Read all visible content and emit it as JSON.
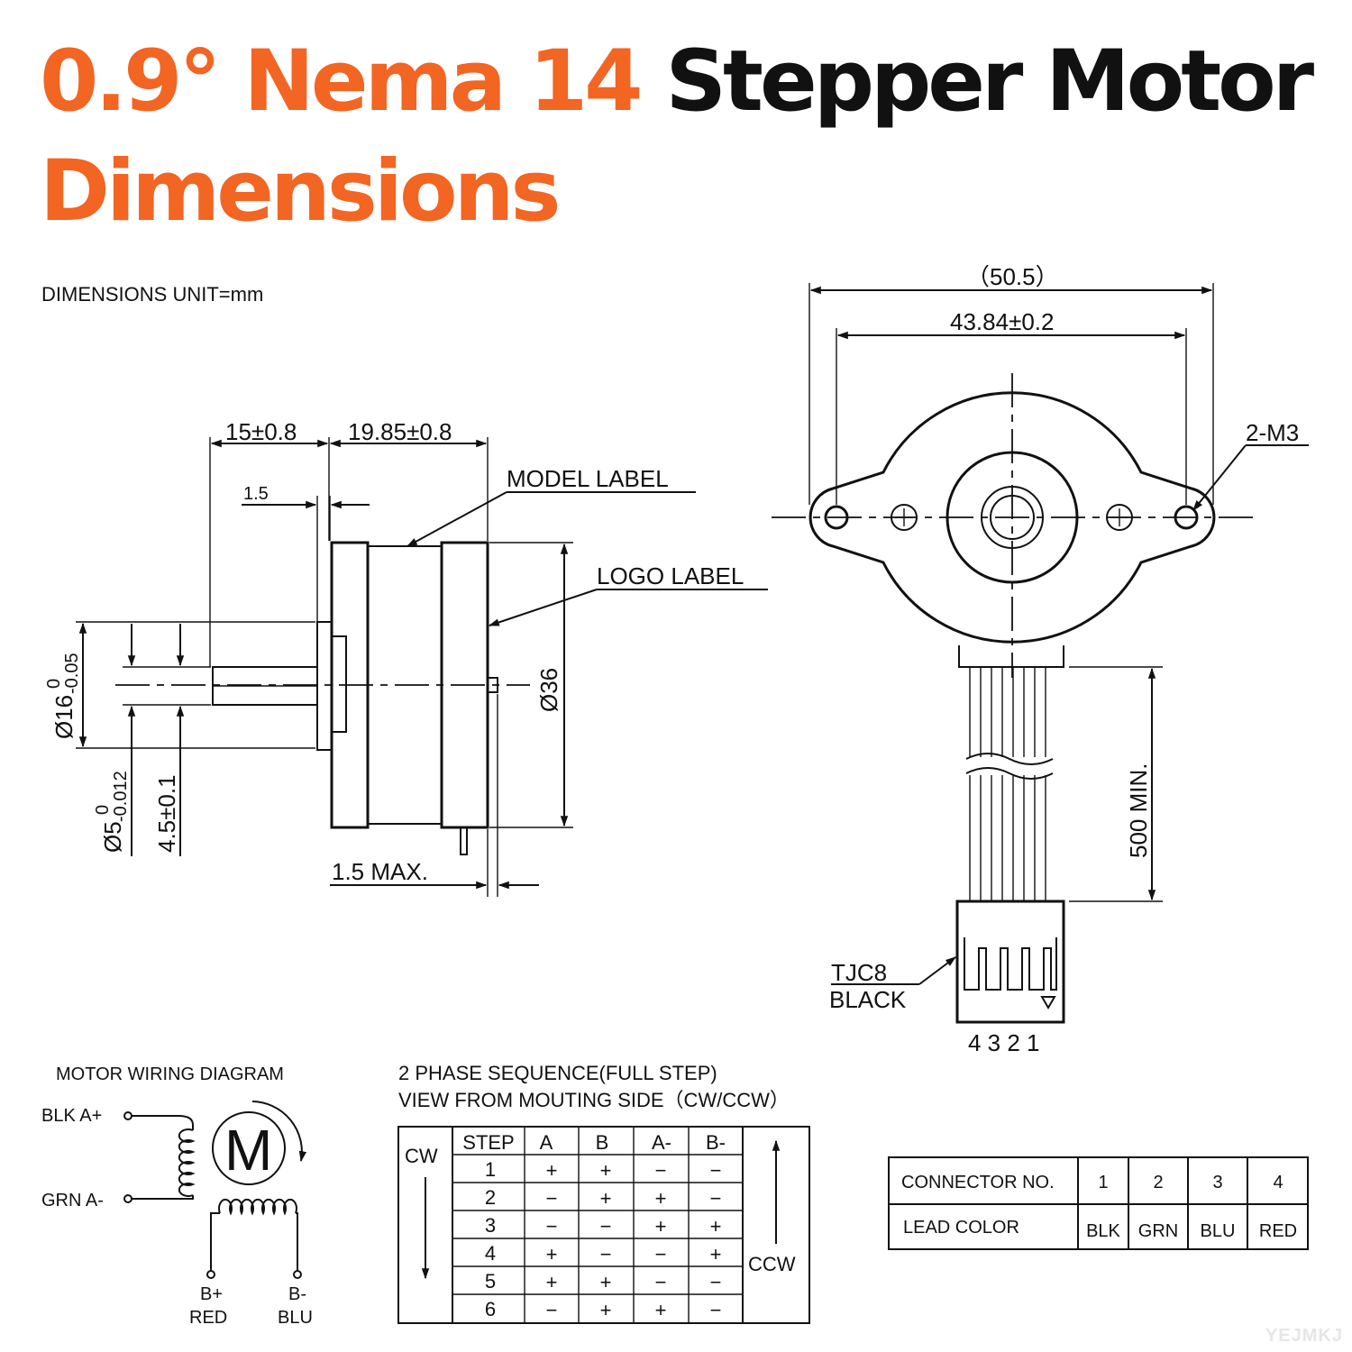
{
  "title": {
    "line1_orange": "0.9° Nema 14",
    "line1_black": "Stepper Motor",
    "line2_orange": "Dimensions"
  },
  "units_note": "DIMENSIONS UNIT=mm",
  "side_view": {
    "dim_shaft_length": "15±0.8",
    "dim_body_length": "19.85±0.8",
    "dim_flange": "1.5",
    "label_model": "MODEL LABEL",
    "label_logo": "LOGO LABEL",
    "dim_boss_dia": "Ø16",
    "dim_boss_tol_upper": "0",
    "dim_boss_tol_lower": "-0.05",
    "dim_body_dia": "Ø36",
    "dim_shaft_dia": "Ø5",
    "dim_shaft_tol_upper": "0",
    "dim_shaft_tol_lower": "-0.012",
    "dim_flat": "4.5±0.1",
    "dim_rear_max": "1.5 MAX."
  },
  "front_view": {
    "dim_overall_width": "（50.5）",
    "dim_hole_spacing": "43.84±0.2",
    "label_holes": "2-M3",
    "dim_lead_length": "500 MIN.",
    "connector_type": "TJC8",
    "connector_color": "BLACK",
    "connector_pins": "4 3 2 1"
  },
  "wiring_diagram": {
    "title": "MOTOR WIRING  DIAGRAM",
    "motor_symbol": "M",
    "lead_a_plus": "BLK  A+",
    "lead_a_minus": "GRN  A-",
    "lead_b_plus_pole": "B+",
    "lead_b_plus_color": "RED",
    "lead_b_minus_pole": "B-",
    "lead_b_minus_color": "BLU"
  },
  "phase_sequence": {
    "title_line1": "2 PHASE SEQUENCE(FULL STEP)",
    "title_line2": "VIEW FROM MOUTING SIDE（CW/CCW）",
    "cw_label": "CW",
    "ccw_label": "CCW",
    "headers": [
      "STEP",
      "A",
      "B",
      "A-",
      "B-"
    ],
    "rows": [
      [
        "1",
        "+",
        "+",
        "−",
        "−"
      ],
      [
        "2",
        "−",
        "+",
        "+",
        "−"
      ],
      [
        "3",
        "−",
        "−",
        "+",
        "+"
      ],
      [
        "4",
        "+",
        "−",
        "−",
        "+"
      ],
      [
        "5",
        "+",
        "+",
        "−",
        "−"
      ],
      [
        "6",
        "−",
        "+",
        "+",
        "−"
      ]
    ]
  },
  "connector_table": {
    "row1_label": "CONNECTOR NO.",
    "row1_values": [
      "1",
      "2",
      "3",
      "4"
    ],
    "row2_label": "LEAD COLOR",
    "row2_values": [
      "BLK",
      "GRN",
      "BLU",
      "RED"
    ]
  },
  "watermark": "YEJMKJ"
}
